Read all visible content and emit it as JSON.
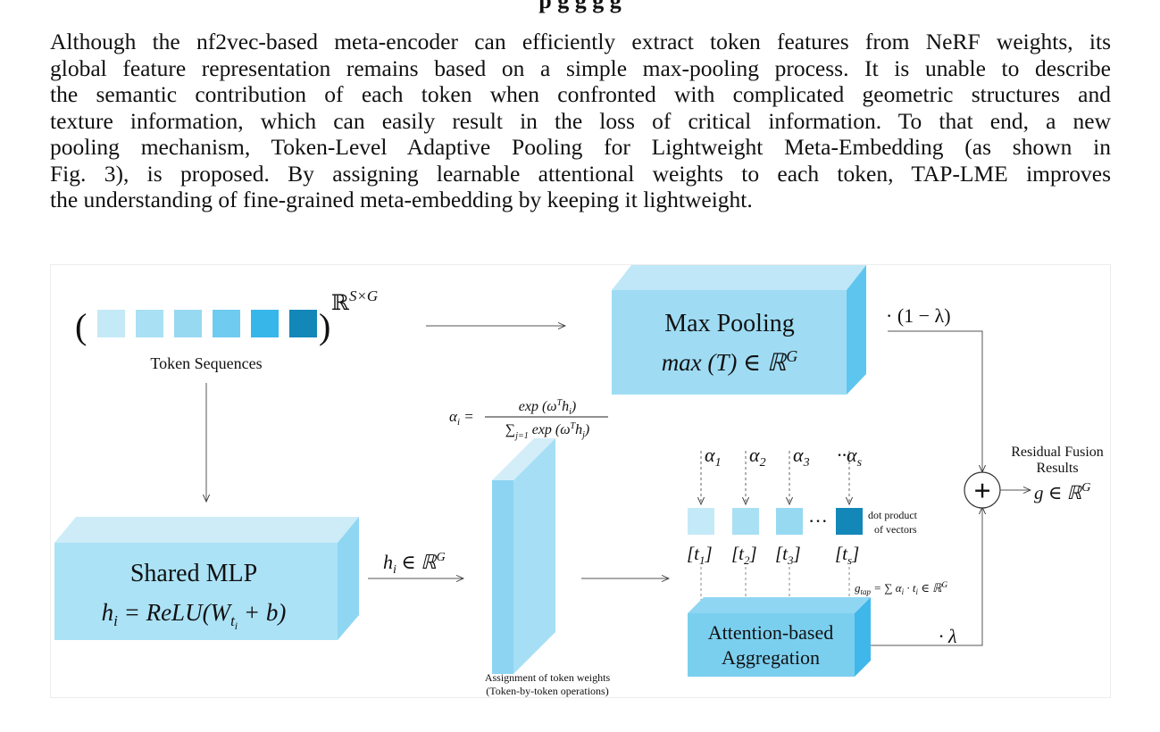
{
  "heading": "p        g   g    g        g",
  "paragraph_lines": [
    "Although the nf2vec-based meta-encoder can efficiently extract token features from NeRF weights, its",
    "global feature representation remains based on a simple max-pooling process. It is unable to describe",
    "the semantic contribution of each token when confronted with complicated geometric structures and",
    "texture information, which can easily result in the loss of critical information. To that end, a new",
    "pooling mechanism, Token-Level Adaptive Pooling for Lightweight Meta-Embedding (as shown in",
    "Fig. 3), is proposed. By assigning learnable attentional weights to each token, TAP-LME improves",
    "the understanding of fine-grained meta-embedding by keeping it lightweight."
  ],
  "diagram": {
    "token_sequences_label": "Token Sequences",
    "token_space": "ℝ",
    "token_space_sup": "S×G",
    "token_colors": [
      "#c4e9f7",
      "#a9e0f4",
      "#98d9f2",
      "#6fcbef",
      "#37b6ea",
      "#1287b8"
    ],
    "max_pooling": {
      "title": "Max Pooling",
      "formula": "max (T) ∈ ℝ",
      "formula_sup": "G"
    },
    "one_minus_lambda": "· (1 − λ)",
    "shared_mlp": {
      "title": "Shared MLP",
      "formula": "h",
      "formula_rest": " = ReLU(W",
      "formula_end": " + b)"
    },
    "hi_label": "h",
    "hi_label_rest": " ∈ ℝ",
    "hi_label_sup": "G",
    "alpha_formula": {
      "lhs": "α",
      "numerator": "exp (ω",
      "numerator_end": "h",
      "denominator": "∑",
      "denominator_end": " exp (ω",
      "denominator_close": "h"
    },
    "assignment_caption_1": "Assignment of token weights",
    "assignment_caption_2": "(Token-by-token operations)",
    "alphas": [
      "α",
      "α",
      "α",
      "··α"
    ],
    "alpha_subs": [
      "1",
      "2",
      "3",
      "s"
    ],
    "tokens": [
      "[t",
      "[t",
      "[t",
      "[t"
    ],
    "token_subs": [
      "1",
      "2",
      "3",
      "s"
    ],
    "token_box_colors": [
      "#c4e9f7",
      "#a9e0f4",
      "#98d9f2",
      "#1287b8"
    ],
    "ellipsis": "···",
    "dot_product_1": "dot product",
    "dot_product_2": "of vectors",
    "gtap_formula": "g",
    "gtap_sub": "tap",
    "gtap_rest": " = ∑ α",
    "gtap_end": " · t",
    "gtap_tail": " ∈ ℝ",
    "attention": {
      "line1": "Attention-based",
      "line2": "Aggregation"
    },
    "lambda_label": "· λ",
    "residual_1": "Residual Fusion",
    "residual_2": "Results",
    "g_result": "g ∈ ℝ",
    "g_result_sup": "G",
    "plus": "+"
  }
}
